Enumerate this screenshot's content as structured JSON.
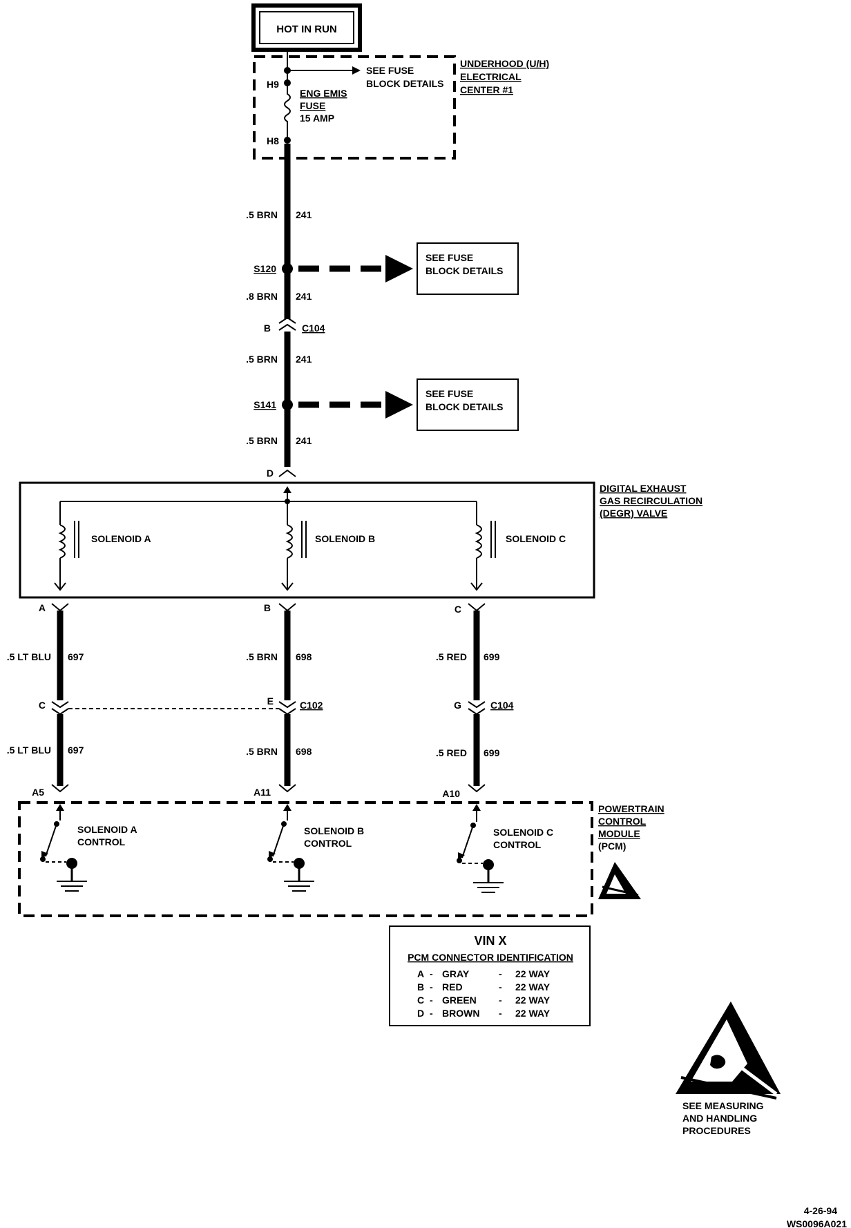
{
  "power": {
    "label": "HOT IN RUN"
  },
  "underhood": {
    "title": [
      "UNDERHOOD (U/H)",
      "ELECTRICAL",
      "CENTER #1"
    ],
    "h9": "H9",
    "h8": "H8",
    "fuse": [
      "ENG EMIS",
      "FUSE",
      "15 AMP"
    ],
    "see_fuse": [
      "SEE FUSE",
      "BLOCK DETAILS"
    ]
  },
  "main_wire": [
    {
      "size": ".5 BRN",
      "circuit": "241"
    },
    {
      "size": ".8 BRN",
      "circuit": "241"
    },
    {
      "size": ".5 BRN",
      "circuit": "241"
    },
    {
      "size": ".5 BRN",
      "circuit": "241"
    }
  ],
  "splices": [
    {
      "id": "S120",
      "box": [
        "SEE FUSE",
        "BLOCK DETAILS"
      ]
    },
    {
      "id": "S141",
      "box": [
        "SEE FUSE",
        "BLOCK DETAILS"
      ]
    }
  ],
  "c104_top": {
    "pin": "B",
    "connector": "C104"
  },
  "valve": {
    "title": [
      "DIGITAL EXHAUST",
      "GAS RECIRCULATION",
      "(DEGR) VALVE"
    ],
    "input_pin": "D",
    "solenoids": [
      "SOLENOID A",
      "SOLENOID B",
      "SOLENOID C"
    ]
  },
  "branches": [
    {
      "valve_pin": "A",
      "size": ".5 LT BLU",
      "circuit": "697",
      "mid_pin": "C",
      "mid_conn": "",
      "pcm_pin": "A5"
    },
    {
      "valve_pin": "B",
      "size": ".5 BRN",
      "circuit": "698",
      "mid_pin": "E",
      "mid_conn": "C102",
      "pcm_pin": "A11"
    },
    {
      "valve_pin": "C",
      "size": ".5 RED",
      "circuit": "699",
      "mid_pin": "G",
      "mid_conn": "C104",
      "pcm_pin": "A10"
    }
  ],
  "pcm": {
    "title": [
      "POWERTRAIN",
      "CONTROL",
      "MODULE",
      "(PCM)"
    ],
    "controls": [
      [
        "SOLENOID A",
        "CONTROL"
      ],
      [
        "SOLENOID B",
        "CONTROL"
      ],
      [
        "SOLENOID C",
        "CONTROL"
      ]
    ]
  },
  "connector_table": {
    "title": "VIN X",
    "subtitle": "PCM CONNECTOR IDENTIFICATION",
    "rows": [
      {
        "pin": "A",
        "color": "GRAY",
        "ways": "22 WAY"
      },
      {
        "pin": "B",
        "color": "RED",
        "ways": "22 WAY"
      },
      {
        "pin": "C",
        "color": "GREEN",
        "ways": "22 WAY"
      },
      {
        "pin": "D",
        "color": "BROWN",
        "ways": "22 WAY"
      }
    ]
  },
  "esd_note": [
    "SEE MEASURING",
    "AND HANDLING",
    "PROCEDURES"
  ],
  "footer": {
    "date": "4-26-94",
    "code": "WS0096A021"
  }
}
